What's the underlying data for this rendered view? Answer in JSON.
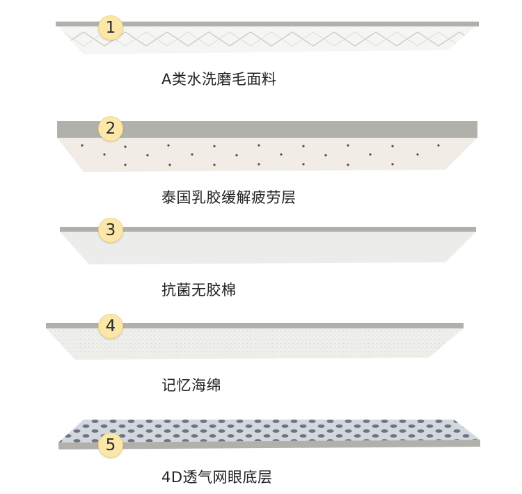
{
  "diagram": {
    "layers": [
      {
        "number": "1",
        "label": "A类水洗磨毛面料"
      },
      {
        "number": "2",
        "label": "泰国乳胶缓解疲劳层"
      },
      {
        "number": "3",
        "label": "抗菌无胶棉"
      },
      {
        "number": "4",
        "label": "记忆海绵"
      },
      {
        "number": "5",
        "label": "4D透气网眼底层"
      }
    ],
    "colors": {
      "edge": "#b2b0ab",
      "fabric": "#f5f5f3",
      "latex": "#f1ede6",
      "cotton": "#ececea",
      "foam": "#f0f0ee",
      "mesh": "#c9cfd6",
      "badge": "#fbe7a9"
    }
  }
}
